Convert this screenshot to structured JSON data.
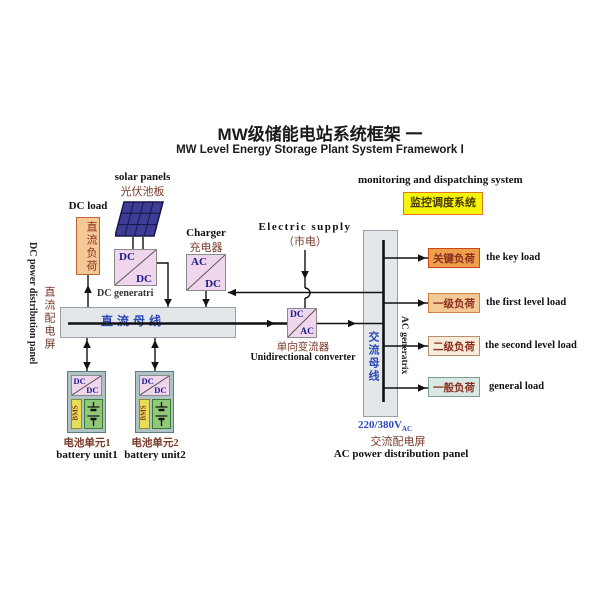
{
  "title": {
    "zh": "MW级储能电站系统框架 一",
    "en": "MW Level Energy Storage Plant System Framework Ⅰ"
  },
  "left_panel": {
    "en": "DC power distribution panel",
    "zh": "直流配电屏"
  },
  "solar": {
    "label_en": "solar panels",
    "label_zh": "光伏池板",
    "converter": {
      "top": "DC",
      "bottom": "DC"
    }
  },
  "dc_load": {
    "label_en": "DC load",
    "label_zh": "直流负荷"
  },
  "charger": {
    "label_en": "Charger",
    "label_zh": "充电器",
    "converter": {
      "top": "AC",
      "bottom": "DC"
    }
  },
  "electric_supply": {
    "label_en": "Electric supply",
    "label_zh": "（市电）"
  },
  "dc_bus": {
    "label_zh": "直流母线",
    "generatrix_label": "DC generatri"
  },
  "unidirectional_converter": {
    "label_zh": "单向变流器",
    "label_en": "Unidirectional converter",
    "converter": {
      "top": "DC",
      "bottom": "AC"
    }
  },
  "batteries": [
    {
      "converter": {
        "top": "DC",
        "bottom": "DC"
      },
      "bms": "BMS",
      "label_zh": "电池单元1",
      "label_en": "battery unit1"
    },
    {
      "converter": {
        "top": "DC",
        "bottom": "DC"
      },
      "bms": "BMS",
      "label_zh": "电池单元2",
      "label_en": "battery unit2"
    }
  ],
  "ac_bus": {
    "label_zh": "交流母线",
    "generatrix_label": "AC generatrix",
    "voltage": "220/380V",
    "voltage_sub": "AC",
    "panel_zh": "交流配电屏",
    "panel_en": "AC power distribution panel"
  },
  "monitoring": {
    "label_en": "monitoring and dispatching system",
    "label_zh": "监控调度系统"
  },
  "loads": [
    {
      "zh": "关键负荷",
      "en": "the key load",
      "fill": "#ef9e4c",
      "border": "#c84818"
    },
    {
      "zh": "一级负荷",
      "en": "the first level load",
      "fill": "#f5c996",
      "border": "#d08040"
    },
    {
      "zh": "二级负荷",
      "en": "the second level load",
      "fill": "#f7ebdc",
      "border": "#b09070"
    },
    {
      "zh": "一般负荷",
      "en": "general load",
      "fill": "#d9e8e2",
      "border": "#7aa090"
    }
  ],
  "colors": {
    "converter_fill": "#f0d6ec",
    "converter_text": "#1a1a8c",
    "bus_fill": "#e3e7ea",
    "bus_text": "#2d49b4",
    "dc_load_fill": "#f5c896",
    "battery_shell": "#afc3c7",
    "bms_fill": "#e6de55",
    "battery_cell_fill": "#8fc878",
    "monitor_fill": "#f5f50a",
    "monitor_border": "#e07820",
    "solar_panel": "#3d3d96",
    "label_maroon": "#7a3b2a",
    "wire": "#111111"
  }
}
